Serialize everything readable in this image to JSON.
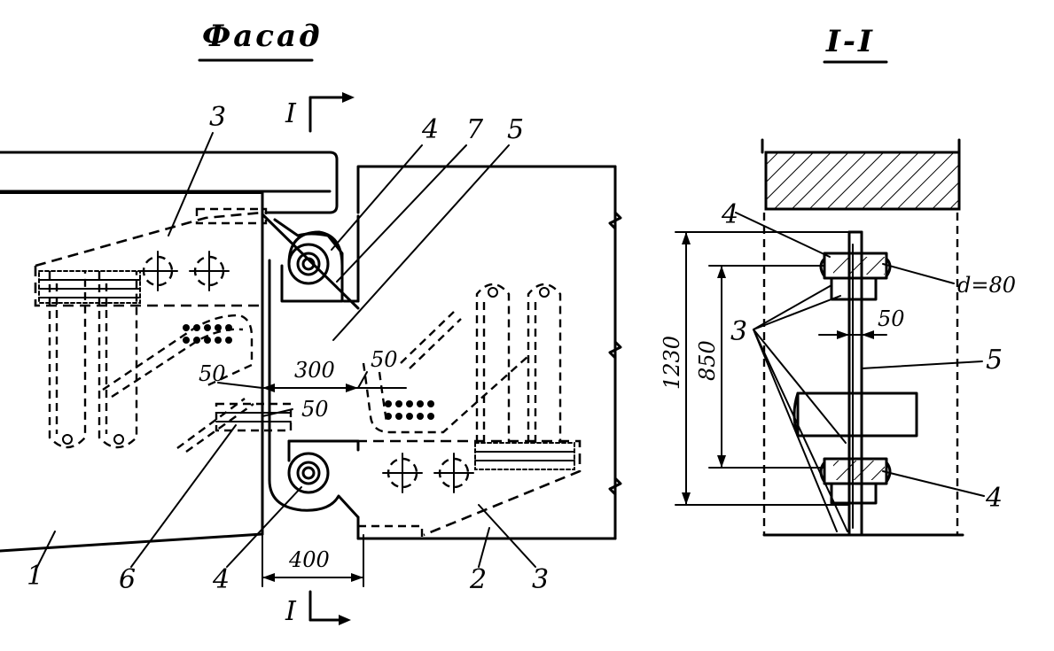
{
  "titles": {
    "facade": "Фасад",
    "section": "I-I"
  },
  "section_marks": {
    "top": "I",
    "bottom": "I"
  },
  "callouts": {
    "c1": "1",
    "c2": "2",
    "c3_top": "3",
    "c3_bottom": "3",
    "c3_section": "3",
    "c4_top": "4",
    "c4_bottom": "4",
    "c4_section_top": "4",
    "c4_section_bottom": "4",
    "c5": "5",
    "c5_section": "5",
    "c6": "6",
    "c7": "7"
  },
  "dimensions": {
    "d300": "300",
    "d400": "400",
    "d50_a": "50",
    "d50_b": "50",
    "d50_c": "50",
    "d50_section": "50",
    "d1230": "1230",
    "d850": "850",
    "diameter": "d=80"
  }
}
